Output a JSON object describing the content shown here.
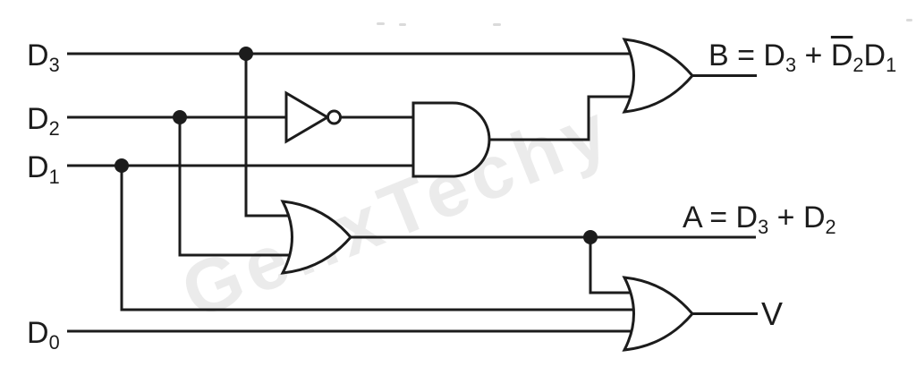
{
  "colors": {
    "stroke": "#1c1c1c",
    "text": "#1c1c1c",
    "watermark": "rgba(0,0,0,0.08)",
    "background": "#ffffff"
  },
  "watermark": {
    "text": "GenxTechy"
  },
  "inputs": {
    "d3": [
      {
        "t": "D"
      },
      {
        "t": "3",
        "sub": true
      }
    ],
    "d2": [
      {
        "t": "D"
      },
      {
        "t": "2",
        "sub": true
      }
    ],
    "d1": [
      {
        "t": "D"
      },
      {
        "t": "1",
        "sub": true
      }
    ],
    "d0": [
      {
        "t": "D"
      },
      {
        "t": "0",
        "sub": true
      }
    ]
  },
  "equations": {
    "b": [
      {
        "t": "B = D"
      },
      {
        "t": "3",
        "sub": true
      },
      {
        "t": " + "
      },
      {
        "t": "D",
        "ovl": true
      },
      {
        "t": "2",
        "sub": true
      },
      {
        "t": "D"
      },
      {
        "t": "1",
        "sub": true
      }
    ],
    "a": [
      {
        "t": "A = D"
      },
      {
        "t": "3",
        "sub": true
      },
      {
        "t": " + D"
      },
      {
        "t": "2",
        "sub": true
      }
    ],
    "v": [
      {
        "t": "V"
      }
    ]
  },
  "gates": [
    {
      "id": "not-1",
      "type": "NOT",
      "inputs": [
        "D2"
      ],
      "output": "D2_bar"
    },
    {
      "id": "and-1",
      "type": "AND",
      "inputs": [
        "D2_bar",
        "D1"
      ],
      "output": "D2_bar·D1"
    },
    {
      "id": "or-b",
      "type": "OR",
      "inputs": [
        "D3",
        "D2_bar·D1"
      ],
      "output": "B"
    },
    {
      "id": "or-a",
      "type": "OR",
      "inputs": [
        "D3",
        "D2"
      ],
      "output": "A"
    },
    {
      "id": "or-v",
      "type": "OR",
      "inputs": [
        "A",
        "D1",
        "D0"
      ],
      "output": "V"
    }
  ]
}
